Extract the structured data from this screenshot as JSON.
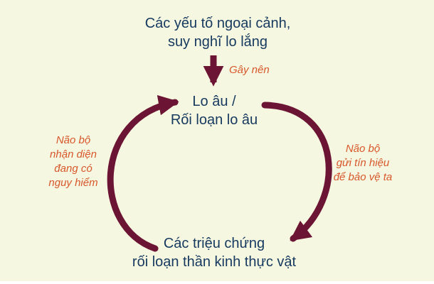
{
  "colors": {
    "background": "#f6f7e0",
    "node_text": "#173a60",
    "label_text": "#d7572b",
    "arrow": "#6b1433"
  },
  "nodes": {
    "external_factors": {
      "line1": "Các yếu tố ngoại cảnh,",
      "line2": "suy nghĩ lo lắng"
    },
    "anxiety": {
      "line1": "Lo âu /",
      "line2": "Rối loạn lo âu"
    },
    "symptoms": {
      "line1": "Các triệu chứng",
      "line2": "rối loạn thần kinh thực vật"
    }
  },
  "edges": {
    "cause": {
      "label": "Gây nên"
    },
    "brain_sends_signal": {
      "line1": "Não bộ",
      "line2": "gửi tín hiệu",
      "line3": "để bảo vệ ta"
    },
    "brain_detects_danger": {
      "line1": "Não bộ",
      "line2": "nhận diện",
      "line3": "đang có",
      "line4": "nguy hiểm"
    }
  }
}
